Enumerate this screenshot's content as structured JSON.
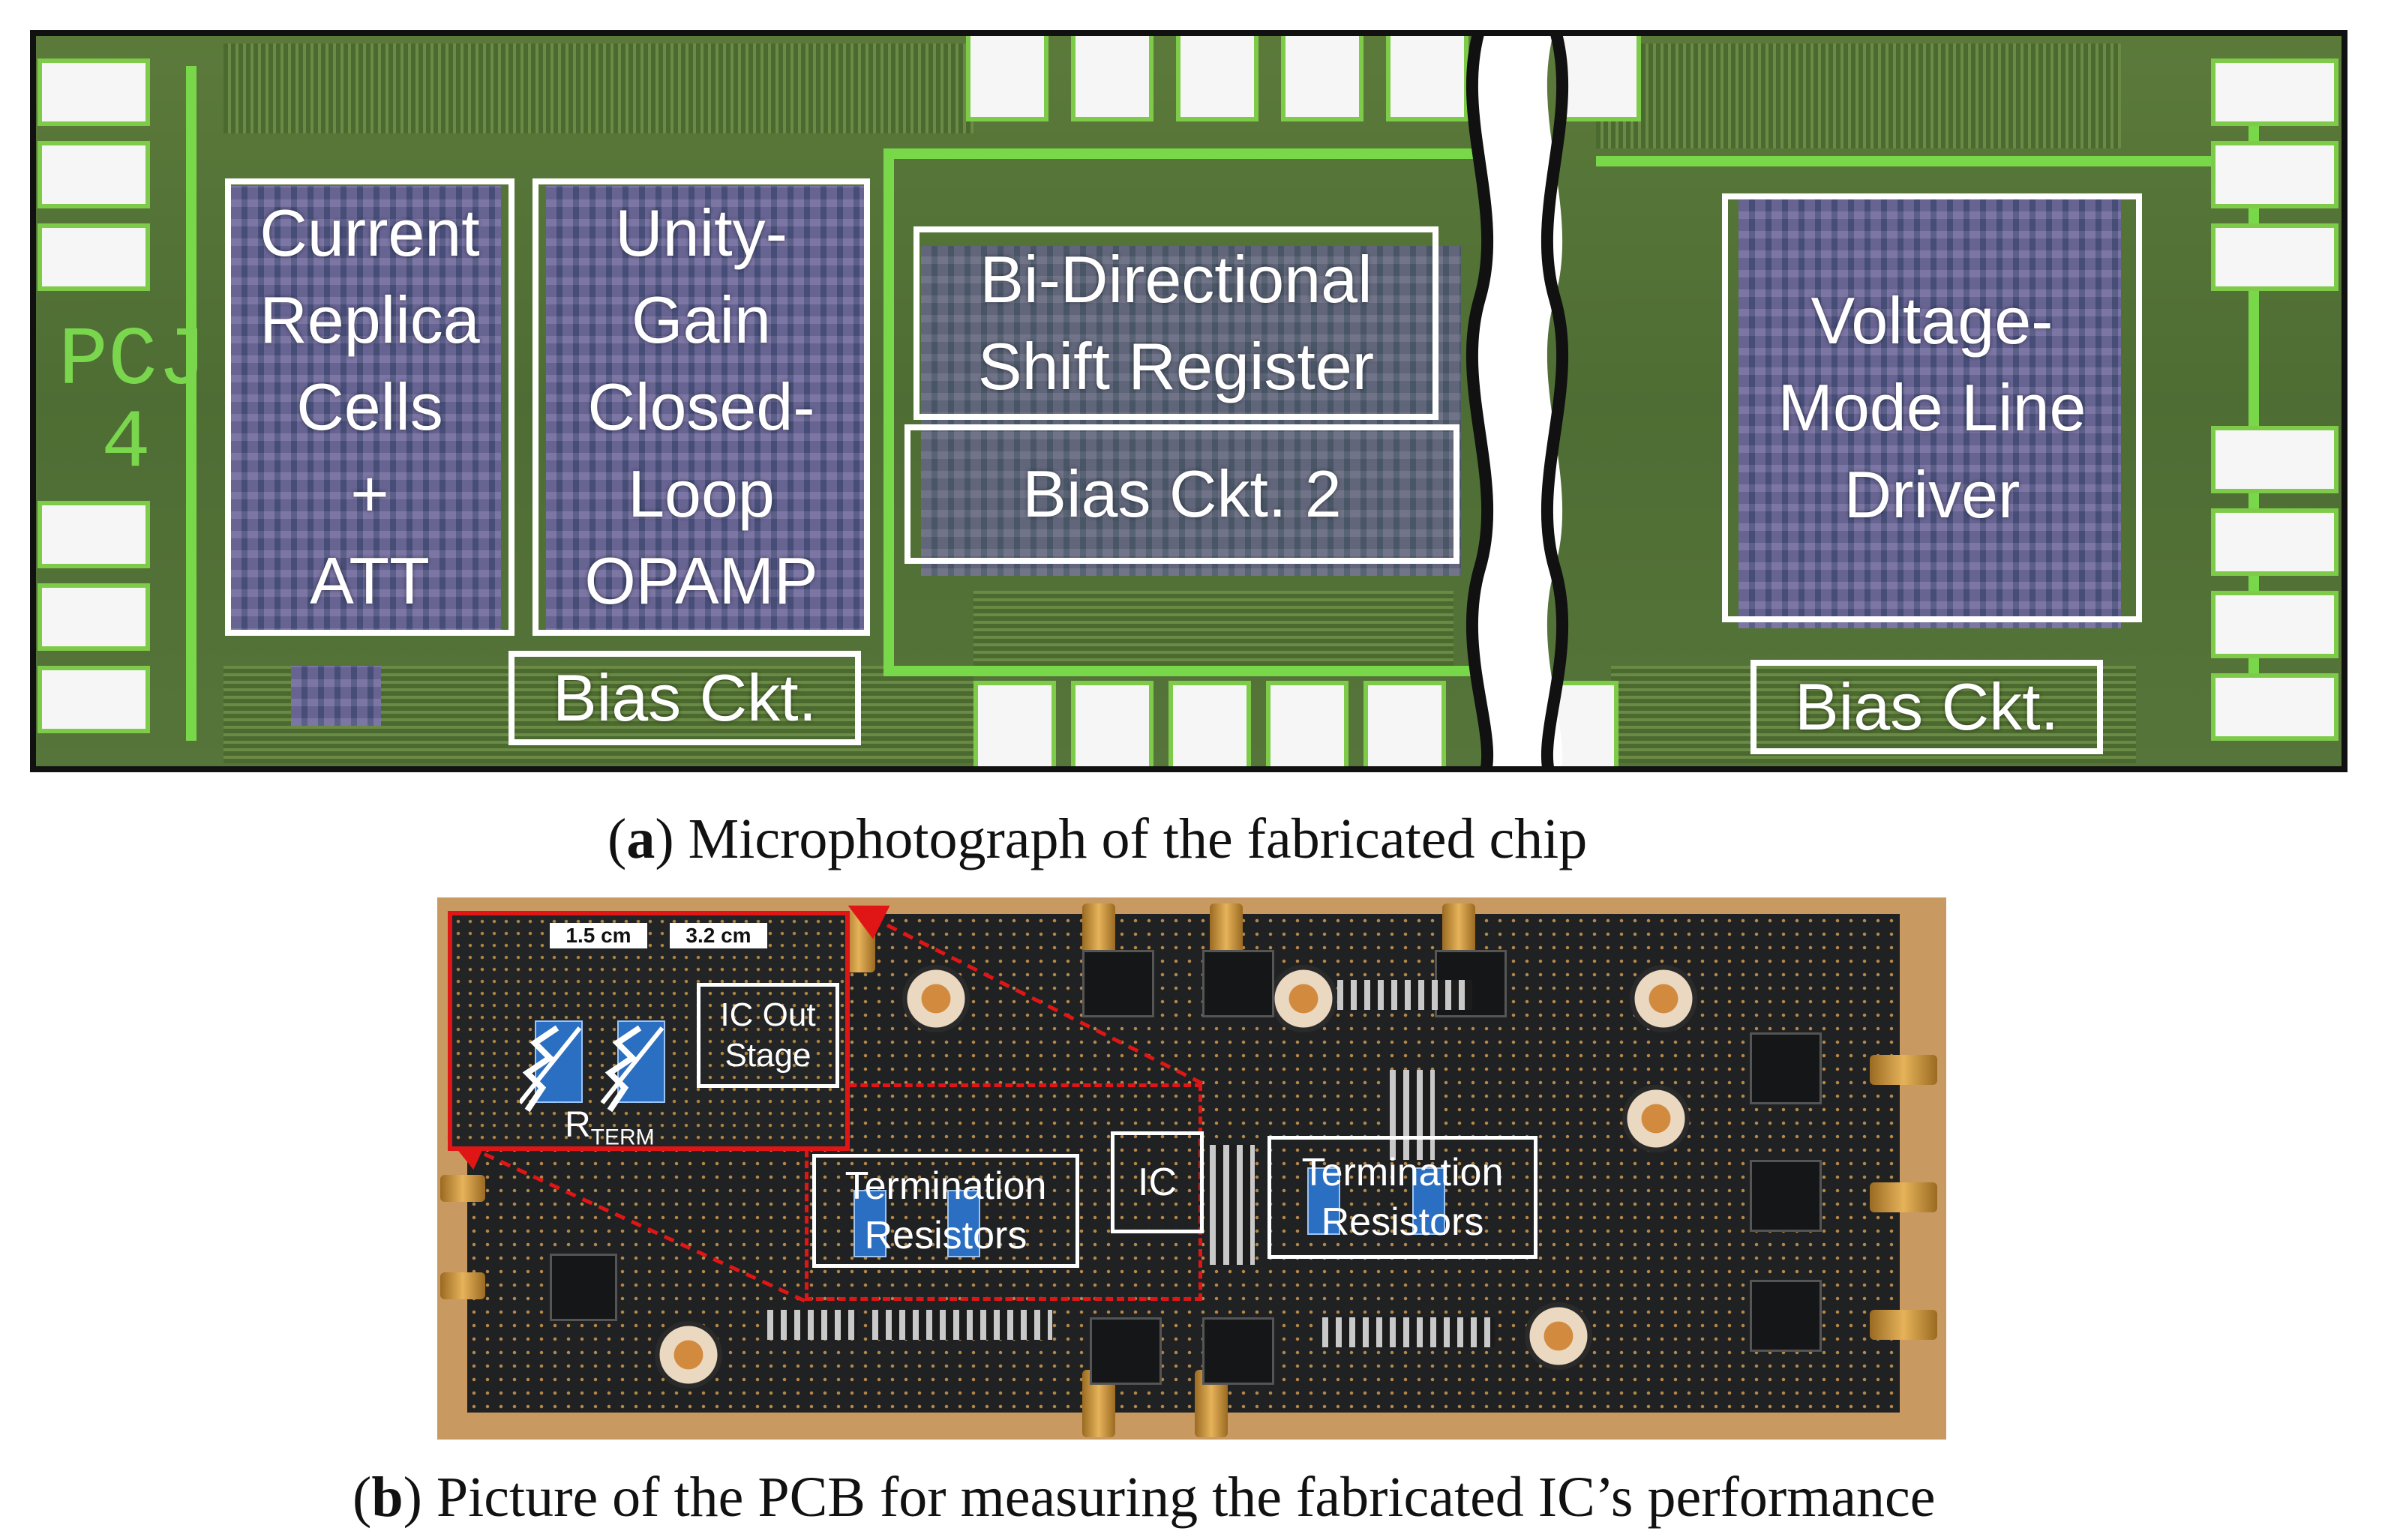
{
  "figure_a": {
    "caption_letter": "a",
    "caption_text": " Microphotograph of the fabricated chip",
    "labels": {
      "current_replica": "Current\nReplica\nCells\n+\nATT",
      "opamp": "Unity-\nGain\nClosed-\nLoop\nOPAMP",
      "bias_ckt_left": "Bias Ckt.",
      "shift_register": "Bi-Directional\nShift Register",
      "bias_ckt_2": "Bias Ckt. 2",
      "line_driver": "Voltage-\nMode Line\nDriver",
      "bias_ckt_right": "Bias Ckt.",
      "chip_mark": "PCJ\n4"
    }
  },
  "figure_b": {
    "caption_letter": "b",
    "caption_text": " Picture of the PCB for measuring the fabricated IC’s performance",
    "labels": {
      "dim_1": "1.5 cm",
      "dim_2": "3.2 cm",
      "ic_out_stage": "IC Out\nStage",
      "r_term": "R",
      "r_term_sub": "TERM",
      "termination_left": "Termination\nResistors",
      "ic": "IC",
      "termination_right": "Termination\nResistors"
    }
  }
}
